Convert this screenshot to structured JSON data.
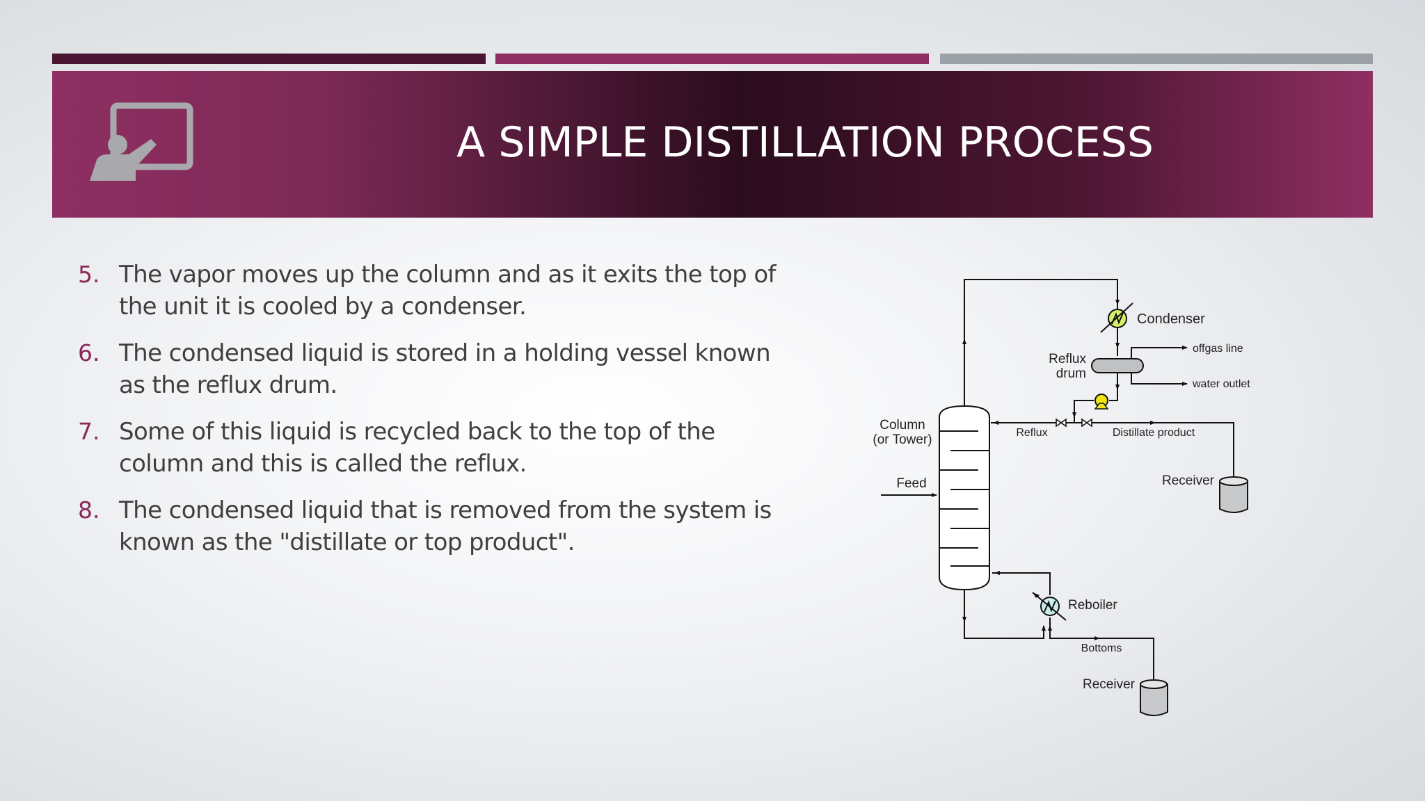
{
  "slide": {
    "title": "A SIMPLE DISTILLATION PROCESS",
    "icon": "presenter-at-board-icon",
    "colors": {
      "accent_dark": "#4a1530",
      "accent": "#8e2f62",
      "accent_gray": "#9ba1a6",
      "number": "#8a2858"
    }
  },
  "bullets": [
    {
      "number": "5.",
      "text": "The vapor moves up the column and as it exits the top of the unit it is cooled by a condenser."
    },
    {
      "number": "6.",
      "text": "The condensed liquid is stored in a holding vessel known as the reflux drum."
    },
    {
      "number": "7.",
      "text": "Some of this liquid is recycled back to the top  of the column and this is called the reflux."
    },
    {
      "number": "8.",
      "text": "The condensed liquid that is removed from the system is known as the \"distillate or top product\"."
    }
  ],
  "diagram": {
    "labels": {
      "condenser": "Condenser",
      "offgas": "offgas line",
      "reflux_drum_1": "Reflux",
      "reflux_drum_2": "drum",
      "water_outlet": "water outlet",
      "column_1": "Column",
      "column_2": "(or Tower)",
      "reflux": "Reflux",
      "distillate": "Distillate product",
      "feed": "Feed",
      "receiver_top": "Receiver",
      "reboiler": "Reboiler",
      "bottoms": "Bottoms",
      "receiver_bottom": "Receiver"
    }
  }
}
